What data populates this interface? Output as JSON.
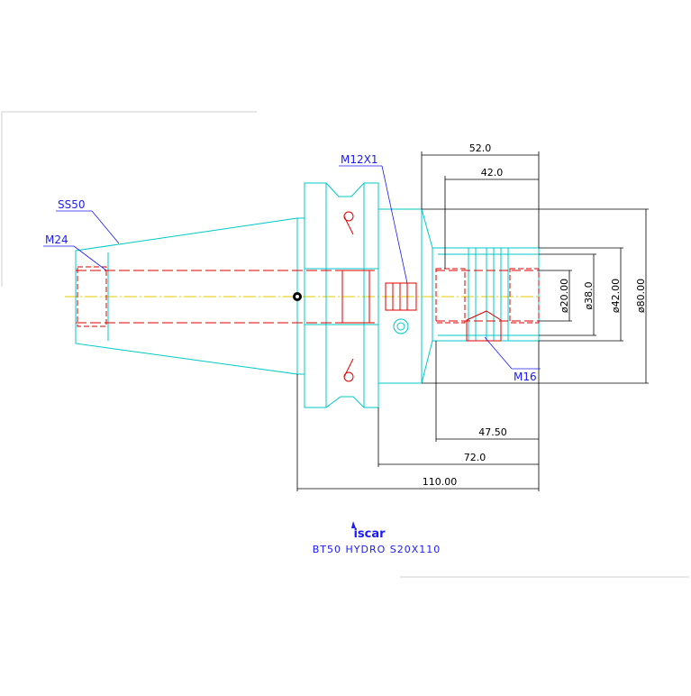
{
  "callouts": {
    "ss50": "SS50",
    "m24": "M24",
    "m12x1": "M12X1",
    "m16": "M16"
  },
  "dimensions": {
    "d52": "52.0",
    "d42": "42.0",
    "d47_50": "47.50",
    "d72": "72.0",
    "d110": "110.00",
    "dia20": "ø20.00",
    "dia38": "ø38.0",
    "dia42": "ø42.00",
    "dia80": "ø80.00"
  },
  "title_block": {
    "logo": "iscar",
    "title": "BT50 HYDRO S20X110"
  },
  "colors": {
    "outline": "#00c8c8",
    "hidden": "#e00000",
    "dimension": "#000000",
    "callout": "#1a1aff",
    "centerline": "#e8c800"
  }
}
